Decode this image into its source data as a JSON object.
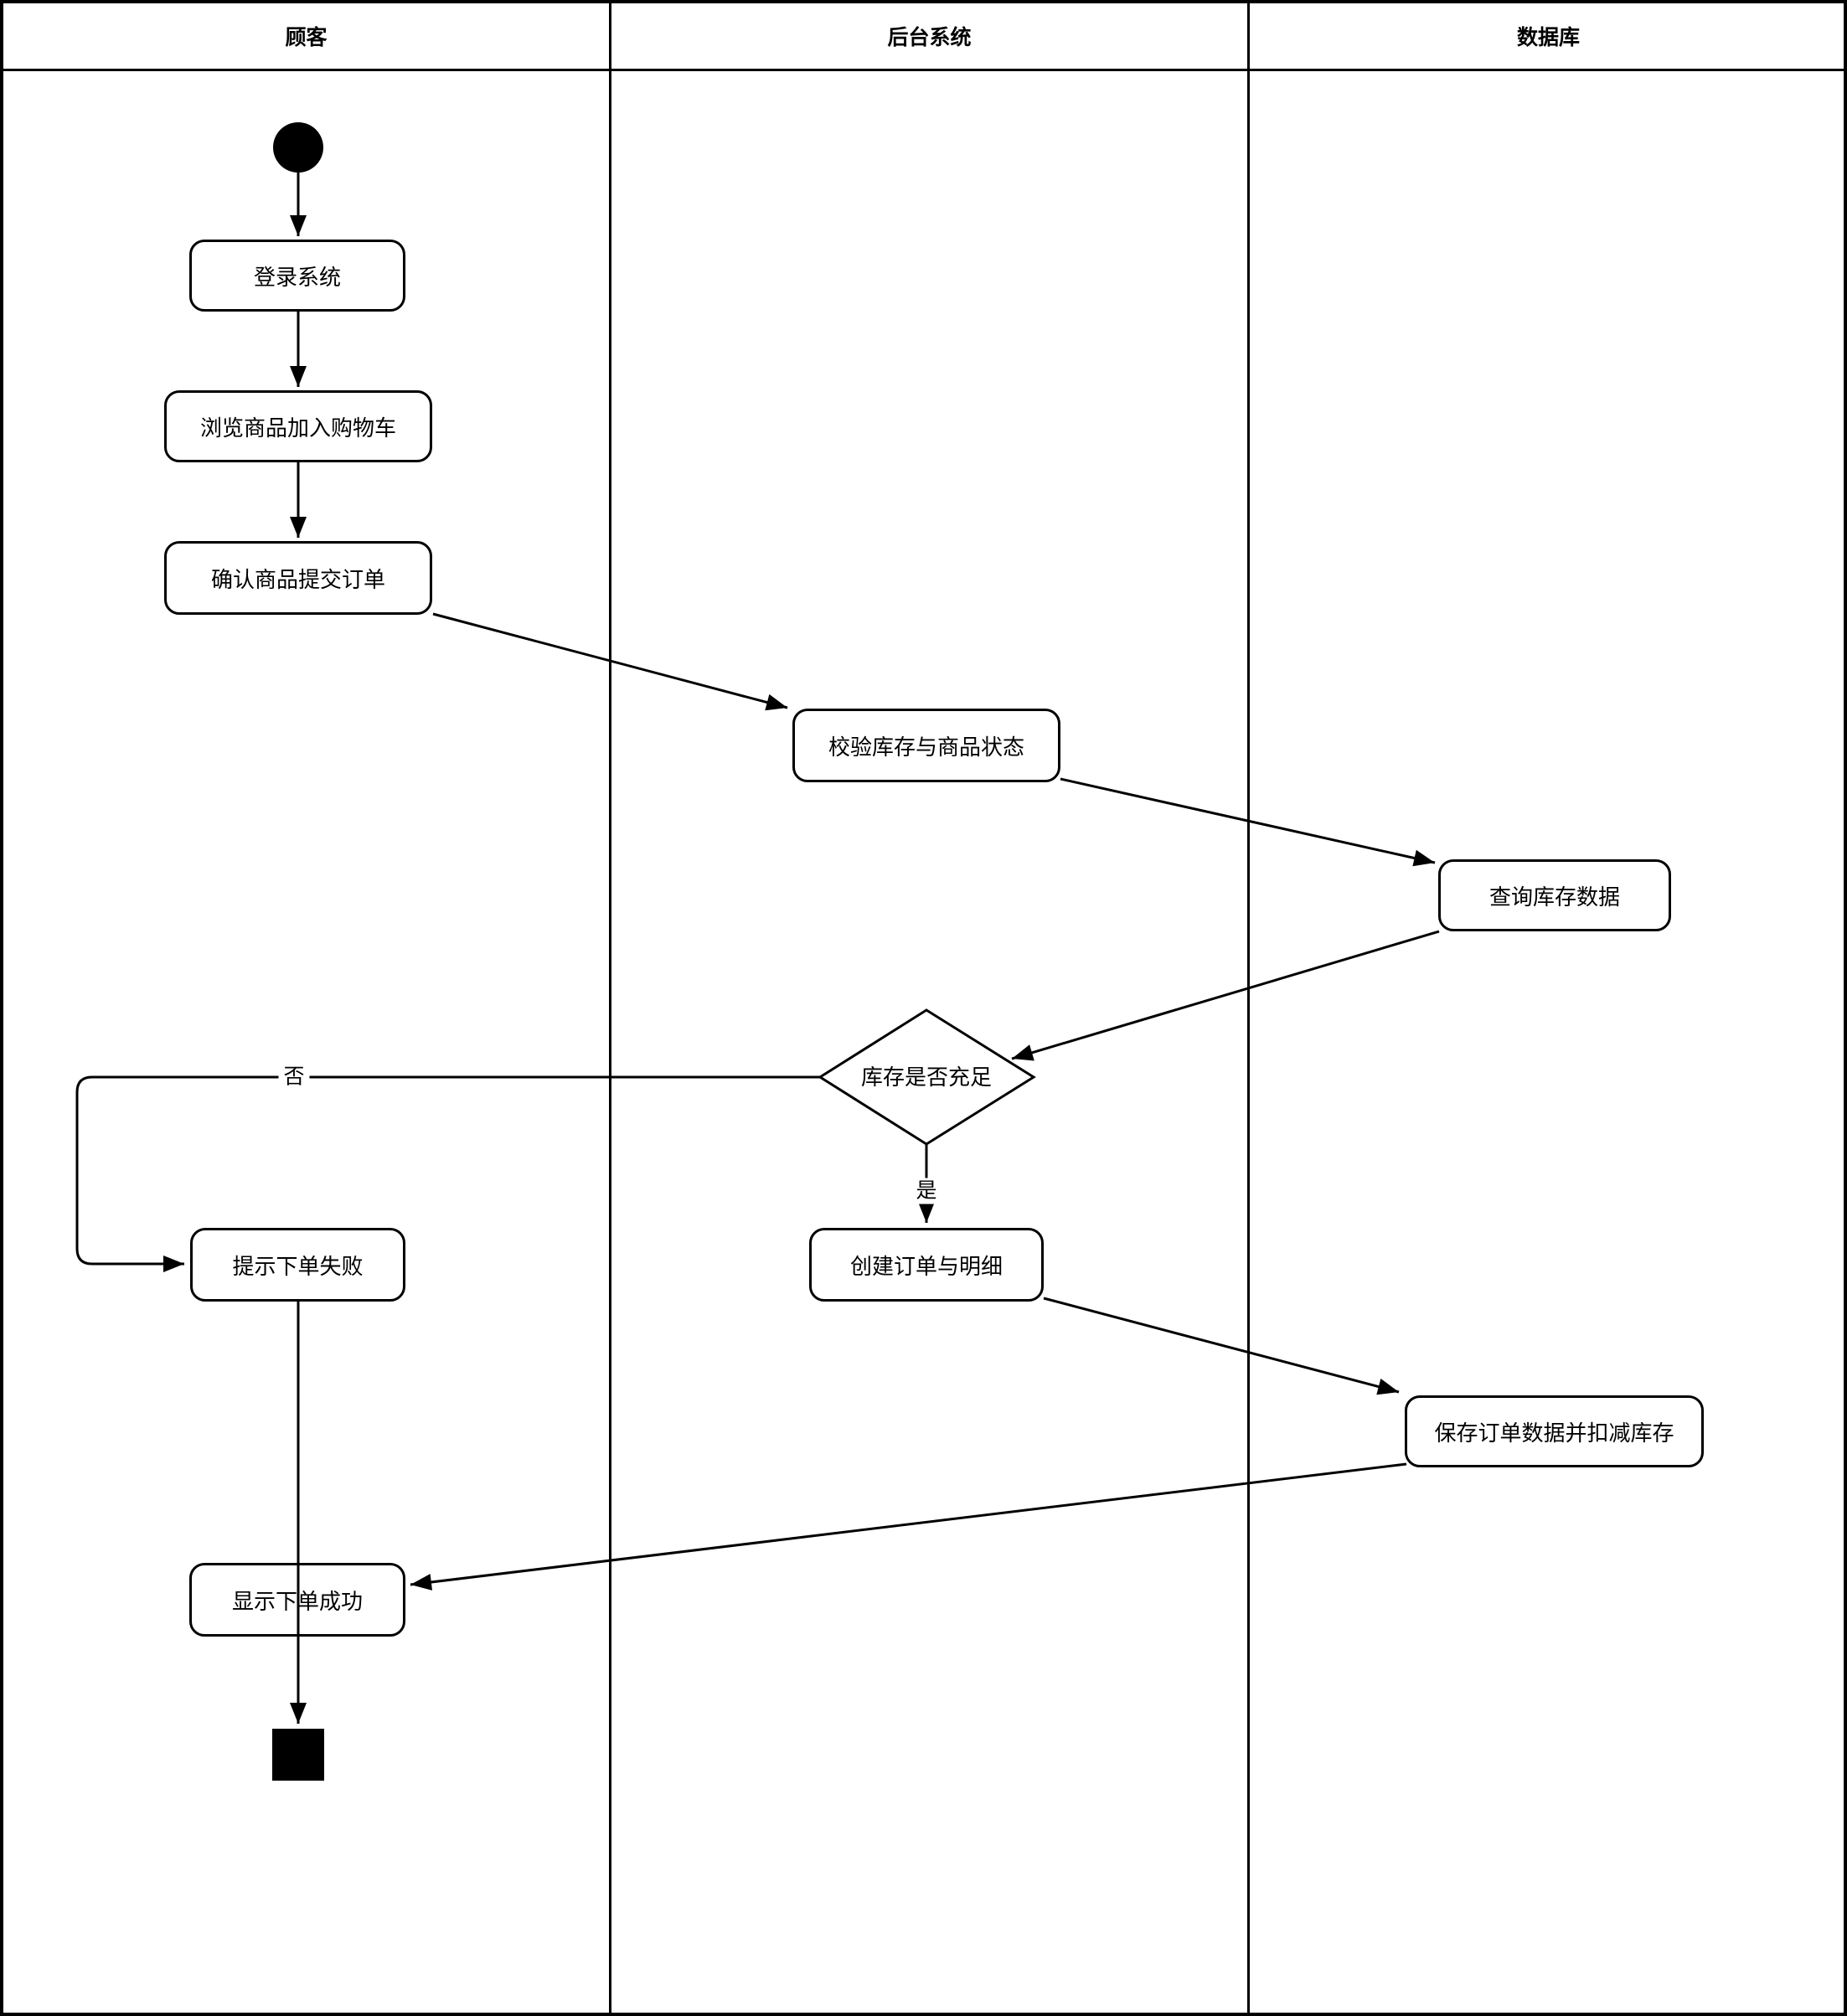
{
  "diagram": {
    "type": "activity-swimlane-flowchart",
    "lanes": [
      {
        "title": "顾客"
      },
      {
        "title": "后台系统"
      },
      {
        "title": "数据库"
      }
    ],
    "nodes": {
      "login": "登录系统",
      "browse": "浏览商品加入购物车",
      "confirm": "确认商品提交订单",
      "validate": "校验库存与商品状态",
      "query": "查询库存数据",
      "decision": "库存是否充足",
      "fail": "提示下单失败",
      "create": "创建订单与明细",
      "save": "保存订单数据并扣减库存",
      "success": "显示下单成功"
    },
    "edge_labels": {
      "yes": "是",
      "no": "否"
    },
    "colors": {
      "stroke": "#000000",
      "fill": "#ffffff"
    }
  }
}
